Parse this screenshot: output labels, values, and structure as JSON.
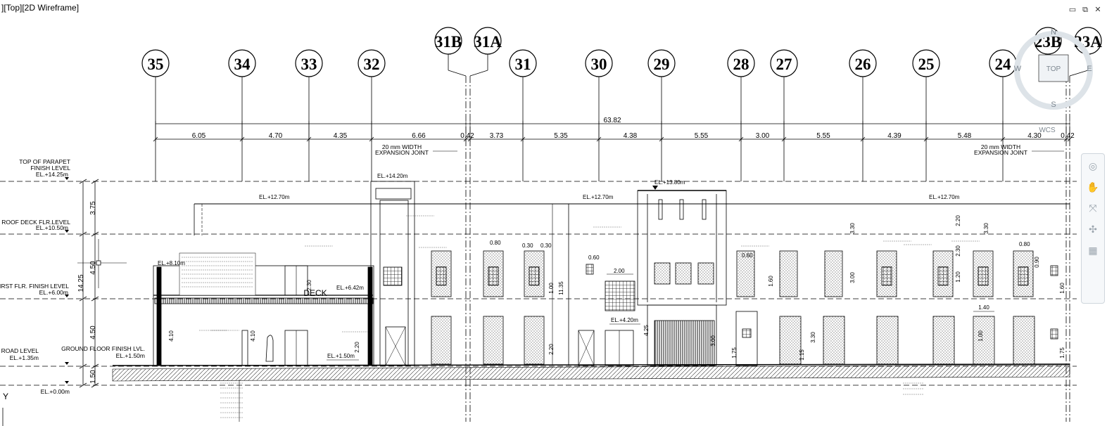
{
  "viewport": {
    "label": "][Top][2D Wireframe]"
  },
  "window_controls": {
    "minimize": "▭",
    "restore": "⧉",
    "close": "✕"
  },
  "viewcube": {
    "face": "TOP",
    "north": "N",
    "south": "S",
    "east": "E",
    "west": "W",
    "wcs": "WCS"
  },
  "navbar": {
    "icons": [
      "steering-wheel-icon",
      "pan-icon",
      "zoom-icon",
      "orbit-icon",
      "showmotion-icon"
    ]
  },
  "gridlines": [
    "35",
    "34",
    "33",
    "32",
    "31B",
    "31A",
    "31",
    "30",
    "29",
    "28",
    "27",
    "26",
    "25",
    "24",
    "23B",
    "23A"
  ],
  "dimensions": {
    "overall": "63.82",
    "segments": [
      "6.05",
      "4.70",
      "4.35",
      "6.66",
      "0.42",
      "3.73",
      "5.35",
      "4.38",
      "5.55",
      "3.00",
      "5.55",
      "4.39",
      "5.48",
      "4.30",
      "0.42"
    ],
    "vertical_left": [
      "3.75",
      "4.50",
      "14.25",
      "4.50",
      "1.50"
    ]
  },
  "expansion_joint": {
    "line1": "20 mm WIDTH",
    "line2": "EXPANSION JOINT"
  },
  "levels": [
    {
      "name": "TOP OF PARAPET",
      "name2": "FINISH LEVEL",
      "value": "EL.+14.25m"
    },
    {
      "name": "ROOF DECK FLR.LEVEL",
      "value": "EL.+10.50m"
    },
    {
      "name": "FIRST FLR. FINISH LEVEL",
      "value": "EL.+6.00m"
    },
    {
      "name": "N. ROAD LEVEL",
      "value": "EL.+1.35m"
    },
    {
      "name": "GROUND FLOOR FINISH LVL.",
      "value": "EL.+1.50m"
    },
    {
      "value": "EL.+0.00m"
    }
  ],
  "elev_tags": {
    "e1420": "EL.+14.20m",
    "e1270a": "EL.+12.70m",
    "e1270b": "EL.+12.70m",
    "e1270c": "EL.+12.70m",
    "e1380": "EL.+13.80m",
    "e810": "EL.+8.10m",
    "e642": "EL.+6.42m",
    "e420": "EL.+4.20m",
    "e150": "EL.+1.50m",
    "deck": "DECK"
  },
  "dims_small": {
    "h200": "2.00",
    "h140": "1.40",
    "v1135": "11.35",
    "v425": "4.25",
    "v330": "3.30",
    "v300": "3.00",
    "v220": "2.20",
    "v410": "4.10",
    "v120": "1.20",
    "v100": "1.00",
    "v160": "1.60",
    "v175": "1.75",
    "v230": "2.30",
    "v220b": "2.20",
    "v090": "0.90",
    "v060": "0.60",
    "v030": "0.30",
    "v080": "0.80",
    "v115": "1.15"
  },
  "axis_label": "Y"
}
